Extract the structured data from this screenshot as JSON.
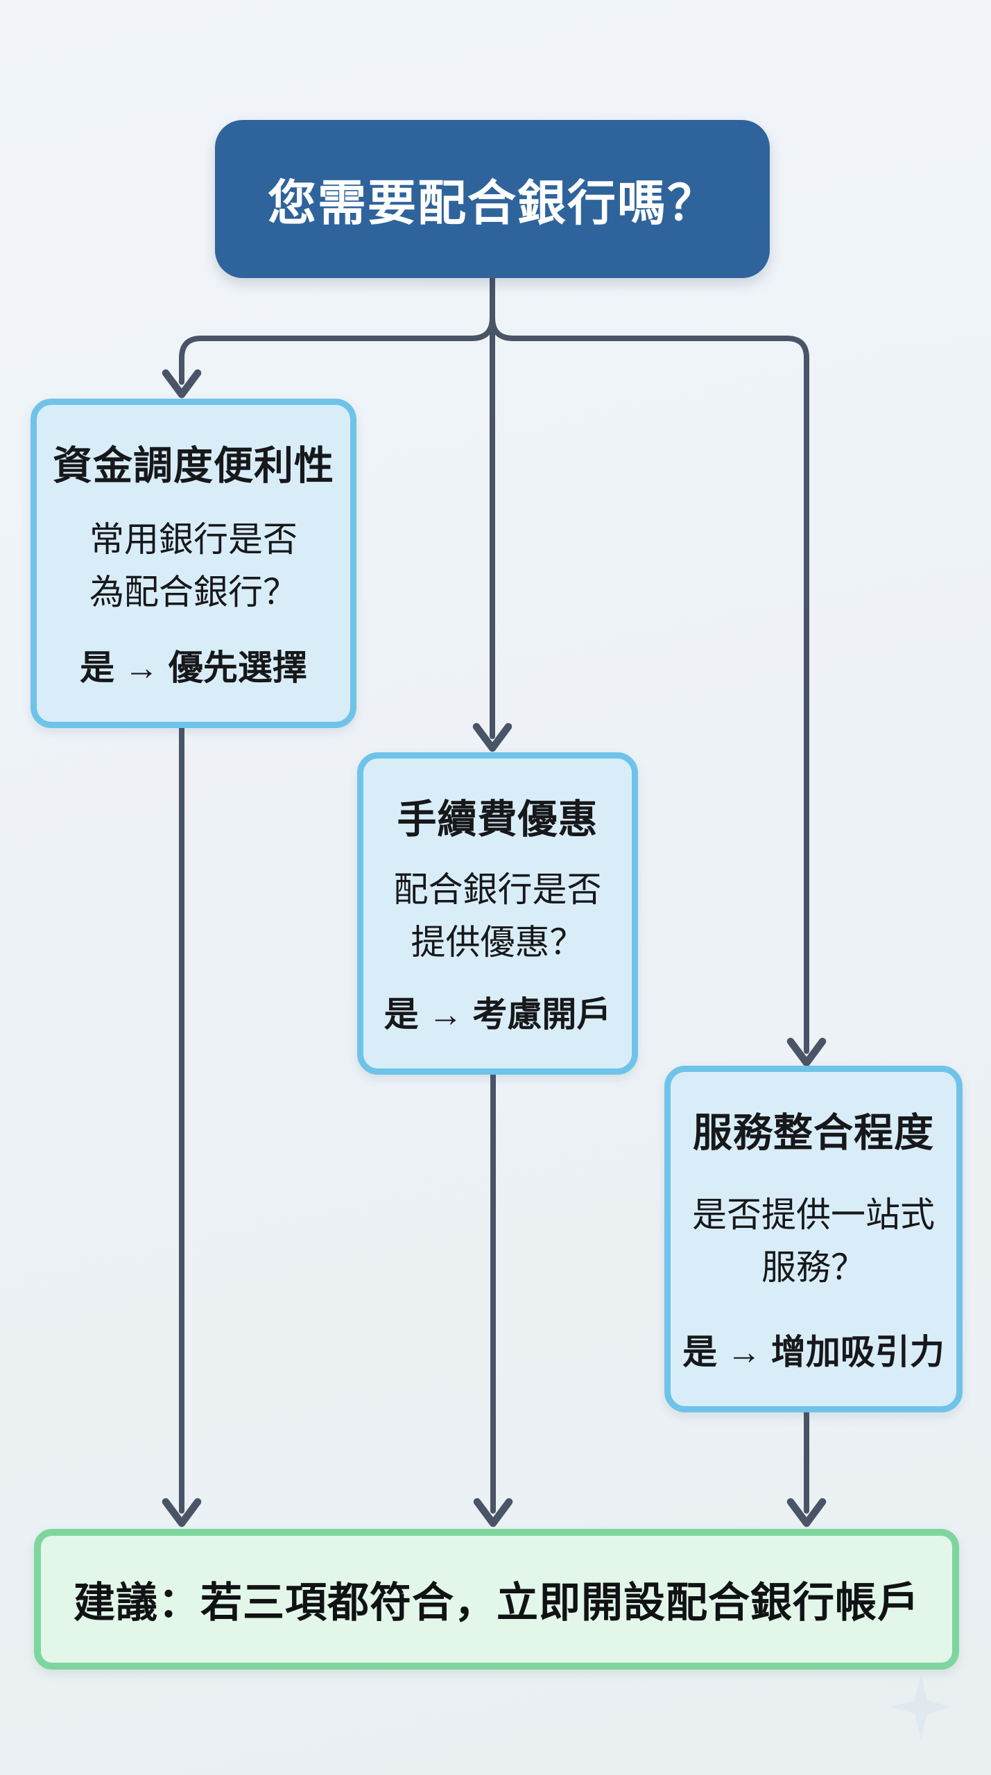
{
  "colors": {
    "connector": "#4a5467",
    "root_fill": "#2f639c",
    "root_text": "#ffffff",
    "branch_fill": "#d9edf9",
    "branch_border": "#6fc3e9",
    "branch_text": "#17181a",
    "conclusion_fill": "#e2f7e9",
    "conclusion_border": "#7ed69e",
    "page_bg": "#eef2f6"
  },
  "root": {
    "title": "您需要配合銀行嗎？"
  },
  "branches": [
    {
      "id": "funding-convenience",
      "title": "資金調度便利性",
      "question_line1": "常用銀行是否",
      "question_line2": "為配合銀行？",
      "result": "是 → 優先選擇"
    },
    {
      "id": "fee-discount",
      "title": "手續費優惠",
      "question_line1": "配合銀行是否",
      "question_line2": "提供優惠？",
      "result": "是 → 考慮開戶"
    },
    {
      "id": "service-integration",
      "title": "服務整合程度",
      "question_line1": "是否提供一站式",
      "question_line2": "服務？",
      "result": "是 → 增加吸引力"
    }
  ],
  "conclusion": {
    "text": "建議：若三項都符合，立即開設配合銀行帳戶"
  }
}
